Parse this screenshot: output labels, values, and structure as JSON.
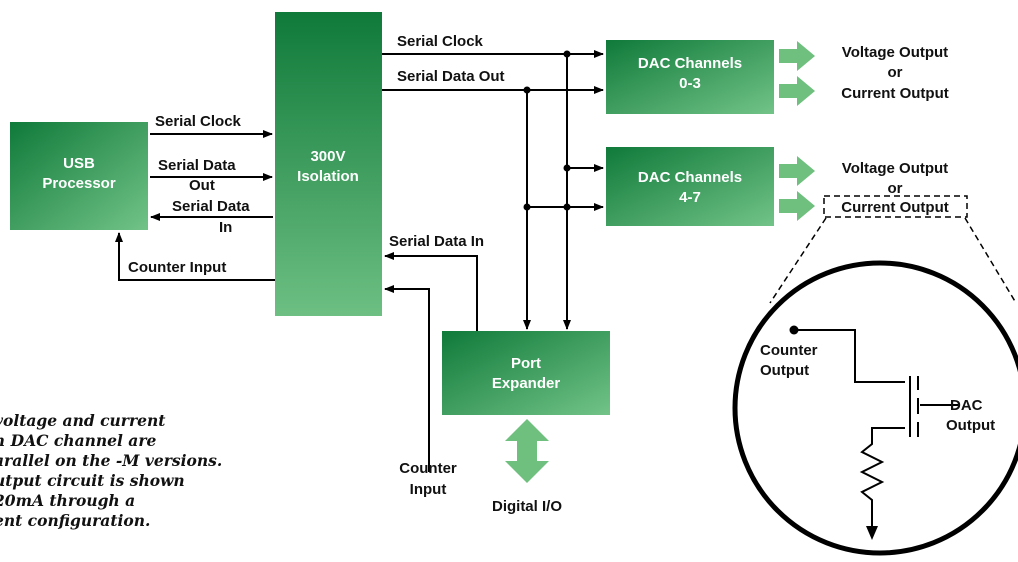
{
  "colors": {
    "block_top": "#0f7a3a",
    "block_bottom": "#7cc58f",
    "arrow_green": "#6fbf7e",
    "line": "#000000"
  },
  "blocks": {
    "usb": {
      "line1": "USB",
      "line2": "Processor"
    },
    "isolation": {
      "line1": "300V",
      "line2": "Isolation"
    },
    "dac1": {
      "line1": "DAC Channels",
      "line2": "0-3"
    },
    "dac2": {
      "line1": "DAC Channels",
      "line2": "4-7"
    },
    "port": {
      "line1": "Port",
      "line2": "Expander"
    }
  },
  "signals": {
    "usb_serial_clock": "Serial Clock",
    "usb_serial_data_out_1": "Serial Data",
    "usb_serial_data_out_2": "Out",
    "usb_serial_data_in_1": "Serial Data",
    "usb_serial_data_in_2": "In",
    "usb_counter_input": "Counter Input",
    "iso_serial_clock": "Serial Clock",
    "iso_serial_data_out": "Serial Data Out",
    "iso_serial_data_in": "Serial Data In",
    "counter_input_1": "Counter",
    "counter_input_2": "Input",
    "digital_io": "Digital I/O"
  },
  "outputs": {
    "dac1_voltage": "Voltage Output",
    "dac1_or": "or",
    "dac1_current": "Current Output",
    "dac2_voltage": "Voltage Output",
    "dac2_or": "or",
    "dac2_current": "Current Output"
  },
  "inset": {
    "counter_output_1": "Counter",
    "counter_output_2": "Output",
    "dac_output_1": "DAC",
    "dac_output_2": "Output"
  },
  "note_lines": [
    "voltage and current",
    "h DAC channel are",
    "arallel on the -M versions.",
    "utput circuit is shown",
    " 20mA through a",
    "ent configuration."
  ]
}
